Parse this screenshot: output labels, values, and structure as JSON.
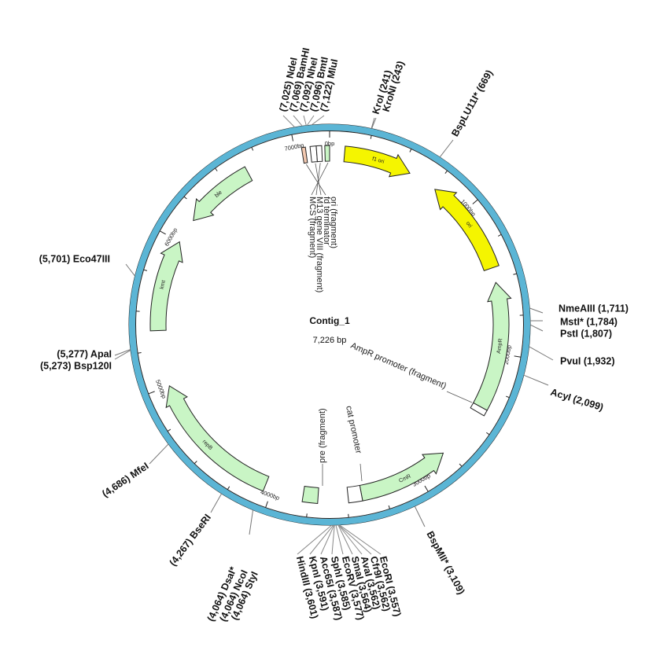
{
  "map": {
    "name": "Contig_1",
    "length_label": "7,226 bp",
    "total_bp": 7226,
    "colors": {
      "backbone": "#5bb5d5",
      "gene": "#c9f5c5",
      "origin": "#f5f500",
      "promoter": "#f2c8b0",
      "outline": "#222222"
    },
    "ticks": [
      {
        "bp": 0,
        "label": "0bp"
      },
      {
        "bp": 1000,
        "label": "1000bp"
      },
      {
        "bp": 2000,
        "label": "2000bp"
      },
      {
        "bp": 3000,
        "label": "3000bp"
      },
      {
        "bp": 4000,
        "label": "4000bp"
      },
      {
        "bp": 5000,
        "label": "5000bp"
      },
      {
        "bp": 6000,
        "label": "6000bp"
      },
      {
        "bp": 7000,
        "label": "7000bp"
      }
    ],
    "features": [
      {
        "name": "f1 ori",
        "start": 100,
        "end": 560,
        "strand": 1,
        "color": "#f5f500"
      },
      {
        "name": "ori",
        "start": 760,
        "end": 1420,
        "strand": -1,
        "color": "#f5f500"
      },
      {
        "name": "AmpR",
        "start": 1520,
        "end": 2380,
        "strand": -1,
        "color": "#c9f5c5"
      },
      {
        "name": "CmR",
        "start": 2780,
        "end": 3400,
        "strand": -1,
        "color": "#c9f5c5"
      },
      {
        "name": "repB",
        "start": 4050,
        "end": 5000,
        "strand": 1,
        "color": "#c9f5c5"
      },
      {
        "name": "kmt",
        "start": 5380,
        "end": 6000,
        "strand": 1,
        "color": "#c9f5c5"
      },
      {
        "name": "ble",
        "start": 6170,
        "end": 6660,
        "strand": -1,
        "color": "#c9f5c5"
      }
    ],
    "small_features": [
      {
        "label": "ori (fragment)",
        "bp": 7215
      },
      {
        "label": "fd terminator",
        "bp": 7160
      },
      {
        "label": "M13 gene VIII (fragment)",
        "bp": 7125
      },
      {
        "label": "MCS (fragment)",
        "bp": 7060
      }
    ],
    "inner_labels": [
      {
        "label": "AmpR promoter (fragment)"
      },
      {
        "label": "cat promoter"
      },
      {
        "label": "pre (fragment)"
      }
    ],
    "sites": [
      {
        "label": "KroI (241)",
        "bp": 241
      },
      {
        "label": "KroNI (243)",
        "bp": 243
      },
      {
        "label": "BspLU11I* (669)",
        "bp": 669
      },
      {
        "label": "NmeAIII (1,711)",
        "bp": 1711
      },
      {
        "label": "MstI* (1,784)",
        "bp": 1784
      },
      {
        "label": "PstI (1,807)",
        "bp": 1807
      },
      {
        "label": "PvuI (1,932)",
        "bp": 1932
      },
      {
        "label": "AcyI (2,099)",
        "bp": 2099
      },
      {
        "label": "BspMII* (3,109)",
        "bp": 3109
      },
      {
        "label": "EcoRI (3,557)",
        "bp": 3557
      },
      {
        "label": "Cfr9I (3,562)",
        "bp": 3562
      },
      {
        "label": "AvaI (3,562)",
        "bp": 3562
      },
      {
        "label": "SmaI (3,564)",
        "bp": 3564
      },
      {
        "label": "EcoRV (3,577)",
        "bp": 3577
      },
      {
        "label": "SphI (3,585)",
        "bp": 3585
      },
      {
        "label": "Acc65I (3,587)",
        "bp": 3587
      },
      {
        "label": "KpnI (3,591)",
        "bp": 3591
      },
      {
        "label": "HindIII (3,601)",
        "bp": 3601
      },
      {
        "label": "(4,064) StyI",
        "bp": 4064
      },
      {
        "label": "(4,064) NcoI",
        "bp": 4064
      },
      {
        "label": "(4,064) DsaI*",
        "bp": 4064
      },
      {
        "label": "(4,267) BseRI",
        "bp": 4267
      },
      {
        "label": "(4,686) MfeI",
        "bp": 4686
      },
      {
        "label": "(5,273) Bsp120I",
        "bp": 5273
      },
      {
        "label": "(5,277) ApaI",
        "bp": 5277
      },
      {
        "label": "(5,701) Eco47III",
        "bp": 5701
      },
      {
        "label": "(7,025) NdeI",
        "bp": 7025
      },
      {
        "label": "(7,069) BamHI",
        "bp": 7069
      },
      {
        "label": "(7,092) NheI",
        "bp": 7092
      },
      {
        "label": "(7,096) BmtI",
        "bp": 7096
      },
      {
        "label": "(7,122) MluI",
        "bp": 7122
      }
    ]
  }
}
